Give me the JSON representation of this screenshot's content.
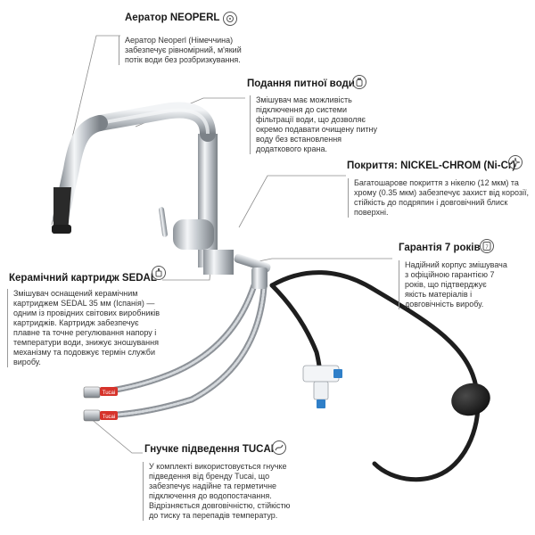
{
  "features": {
    "aerator": {
      "title": "Аератор NEOPERL",
      "desc": "Аератор Neoperl (Німеччина) забезпечує рівномірний, м'який потік води без розбризкування.",
      "icon": "aerator-icon"
    },
    "drinking_water": {
      "title": "Подання питної води",
      "desc": "Змішувач має можливість підключення до системи фільтрації води, що дозволяє окремо подавати очищену питну воду без встановлення додаткового крана.",
      "icon": "water-bottle-icon"
    },
    "coating": {
      "title": "Покриття: NICKEL-CHROM (Ni-Cr)",
      "desc": "Багатошарове покриття з нікелю (12 мкм) та хрому (0.35 мкм) забезпечує захист від корозії, стійкість до подряпин і довговічний блиск поверхні.",
      "icon": "sparkle-icon"
    },
    "warranty": {
      "title": "Гарантія 7 років",
      "desc": "Надійний корпус змішувача з офіційною гарантією 7 років, що підтверджує якість матеріалів і довговічність виробу.",
      "icon": "warranty-badge-icon"
    },
    "cartridge": {
      "title": "Керамічний картридж SEDAL",
      "desc": "Змішувач оснащений керамічним картриджем SEDAL 35 мм (Іспанія) — одним із провідних світових виробників картриджів. Картридж забезпечує плавне та точне регулювання напору і температури води, знижує зношування механізму та подовжує термін служби виробу.",
      "icon": "cartridge-icon"
    },
    "hoses": {
      "title": "Гнучке підведення TUCAI",
      "desc": "У комплекті використовується гнучке підведення від бренду Tucai, що забезпечує надійне та герметичне підключення до водопостачання. Відрізняється довговічністю, стійкістю до тиску та перепадів температур.",
      "icon": "hose-icon"
    }
  },
  "product": {
    "hose_label": "Tucai"
  },
  "colors": {
    "chrome": "#c9cdd2",
    "hose_black": "#1e1e1e",
    "braided": "#a9aeb3",
    "red_label": "#d6332b",
    "valve_blue": "#2f7fc8"
  }
}
